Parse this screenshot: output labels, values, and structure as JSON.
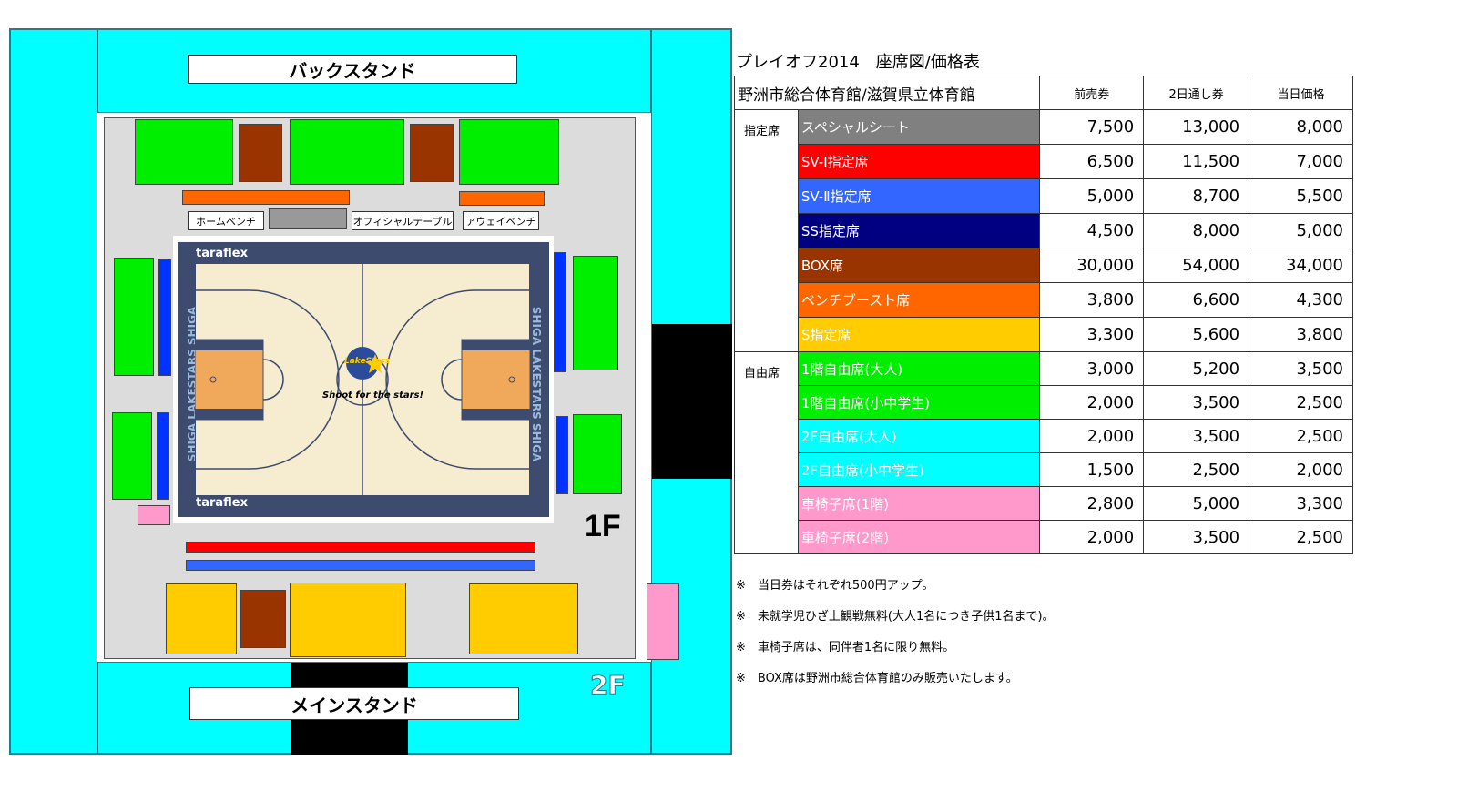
{
  "diagram": {
    "back_stand_label": "バックスタンド",
    "main_stand_label": "メインスタンド",
    "home_bench_label": "ホームベンチ",
    "official_table_label": "オフィシャルテーブル",
    "away_bench_label": "アウェイベンチ",
    "floor_1f_label": "1F",
    "floor_2f_label": "2F",
    "court": {
      "brand": "taraflex",
      "team_left": "SHIGA LAKESTARS SHIGA",
      "team_right": "SHIGA LAKESTARS SHIGA",
      "logo_text": "LakeStars",
      "slogan": "Shoot for the stars!"
    }
  },
  "price_table": {
    "title": "プレイオフ2014　座席図/価格表",
    "venue": "野洲市総合体育館/滋賀県立体育館",
    "headers": [
      "前売券",
      "2日通し券",
      "当日価格"
    ],
    "groups": [
      {
        "name": "指定席",
        "rows": [
          {
            "seat": "スペシャルシート",
            "color": "#808080",
            "text_color": "#ffffff",
            "presale": "7,500",
            "two_day": "13,000",
            "day_of": "8,000"
          },
          {
            "seat": "SV-Ⅰ指定席",
            "color": "#ff0000",
            "text_color": "#ffffff",
            "presale": "6,500",
            "two_day": "11,500",
            "day_of": "7,000"
          },
          {
            "seat": "SV-Ⅱ指定席",
            "color": "#3366ff",
            "text_color": "#ffffff",
            "presale": "5,000",
            "two_day": "8,700",
            "day_of": "5,500"
          },
          {
            "seat": "SS指定席",
            "color": "#000080",
            "text_color": "#ffffff",
            "presale": "4,500",
            "two_day": "8,000",
            "day_of": "5,000"
          },
          {
            "seat": "BOX席",
            "color": "#993300",
            "text_color": "#ffffff",
            "presale": "30,000",
            "two_day": "54,000",
            "day_of": "34,000"
          },
          {
            "seat": "ベンチブースト席",
            "color": "#ff6600",
            "text_color": "#ffffff",
            "presale": "3,800",
            "two_day": "6,600",
            "day_of": "4,300"
          },
          {
            "seat": "S指定席",
            "color": "#ffcc00",
            "text_color": "#ffffff",
            "presale": "3,300",
            "two_day": "5,600",
            "day_of": "3,800"
          }
        ]
      },
      {
        "name": "自由席",
        "rows": [
          {
            "seat": "1階自由席(大人)",
            "color": "#00ee00",
            "text_color": "#ffffff",
            "presale": "3,000",
            "two_day": "5,200",
            "day_of": "3,500"
          },
          {
            "seat": "1階自由席(小中学生)",
            "color": "#00ee00",
            "text_color": "#ffffff",
            "presale": "2,000",
            "two_day": "3,500",
            "day_of": "2,500"
          },
          {
            "seat": "2F自由席(大人)",
            "color": "#00ffff",
            "text_color": "#ffffff",
            "presale": "2,000",
            "two_day": "3,500",
            "day_of": "2,500"
          },
          {
            "seat": "2F自由席(小中学生)",
            "color": "#00ffff",
            "text_color": "#ffffff",
            "presale": "1,500",
            "two_day": "2,500",
            "day_of": "2,000"
          },
          {
            "seat": "車椅子席(1階)",
            "color": "#ff99cc",
            "text_color": "#ffffff",
            "presale": "2,800",
            "two_day": "5,000",
            "day_of": "3,300"
          },
          {
            "seat": "車椅子席(2階)",
            "color": "#ff99cc",
            "text_color": "#ffffff",
            "presale": "2,000",
            "two_day": "3,500",
            "day_of": "2,500"
          }
        ]
      }
    ]
  },
  "notes": [
    "※　当日券はそれぞれ500円アップ。",
    "※　未就学児ひざ上観戦無料(大人1名につき子供1名まで)。",
    "※　車椅子席は、同伴者1名に限り無料。",
    "※　BOX席は野洲市総合体育館のみ販売いたします。"
  ]
}
